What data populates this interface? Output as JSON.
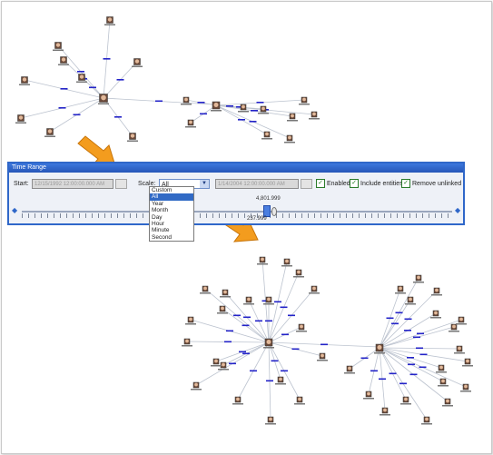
{
  "time_range": {
    "title": "Time Range",
    "start_label": "Start:",
    "start_value": "12/15/1992 12:00:00.000 AM",
    "scale_label": "Scale:",
    "scale_selected": "All",
    "end_value": "1/14/2004 12:00:00.000 AM",
    "enabled_label": "Enabled",
    "include_entities_label": "Include entities",
    "remove_unlinked_label": "Remove unlinked",
    "range_top": "4,801.999",
    "range_bottom": "237.999"
  },
  "scale_options": [
    "Custom",
    "All",
    "Year",
    "Month",
    "Day",
    "Hour",
    "Minute",
    "Second"
  ],
  "icons": {
    "arrow": "orange-arrow-icon",
    "node": "person-photo-icon",
    "date_button": "calendar-icon",
    "check": "checkmark-icon"
  },
  "colors": {
    "panel_border": "#2f67c9",
    "arrow": "#f39c1e",
    "edge": "#bcc3cf",
    "link_label": "#2323c8"
  }
}
